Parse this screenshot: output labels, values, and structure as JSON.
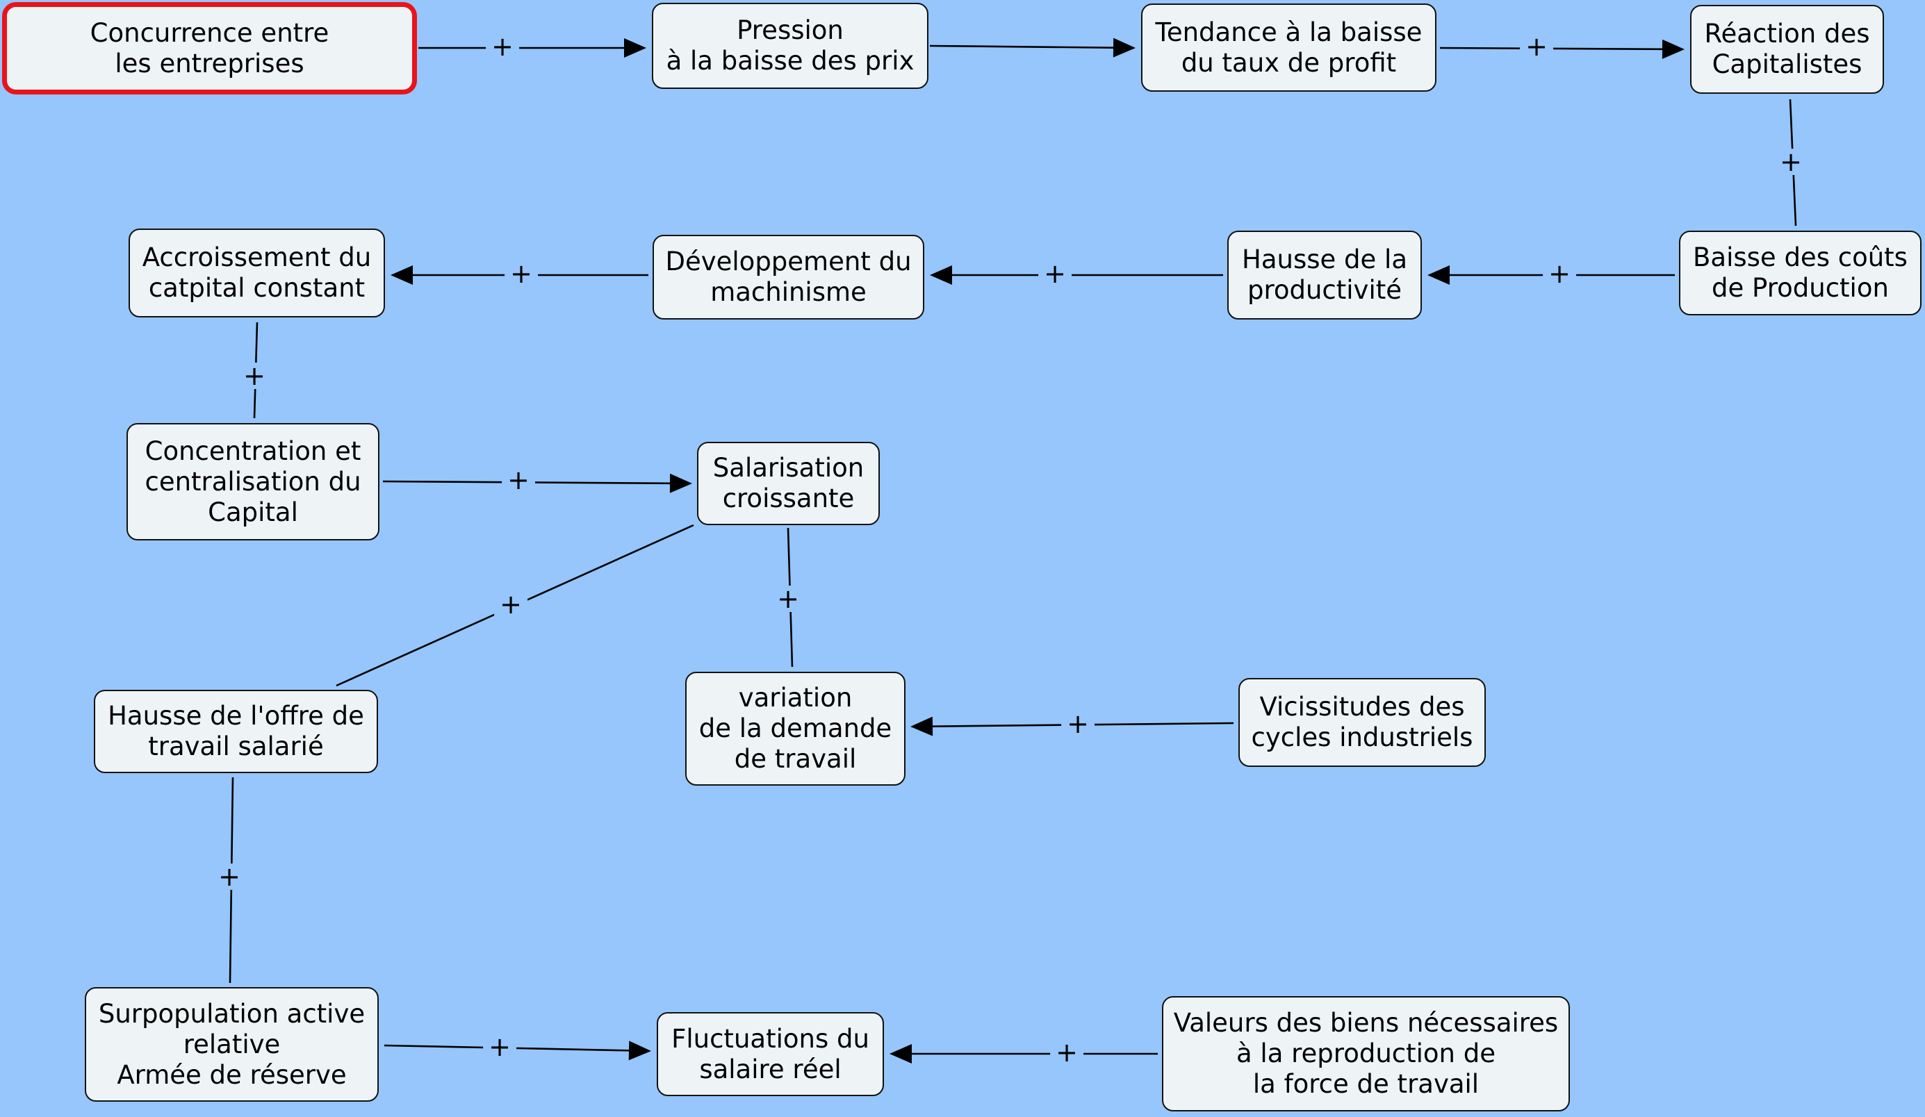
{
  "diagram": {
    "selected_node": "concurrence",
    "nodes": [
      {
        "id": "concurrence",
        "label": "Concurrence entre\nles entreprises"
      },
      {
        "id": "pression",
        "label": "Pression\nà la baisse des prix"
      },
      {
        "id": "tendance",
        "label": "Tendance à la baisse\ndu taux de profit"
      },
      {
        "id": "reaction",
        "label": "Réaction des\nCapitalistes"
      },
      {
        "id": "accroissement",
        "label": "Accroissement du\ncatpital constant"
      },
      {
        "id": "developpement",
        "label": "Développement du\nmachinisme"
      },
      {
        "id": "hausse_prod",
        "label": "Hausse de la\nproductivité"
      },
      {
        "id": "baisse_couts",
        "label": "Baisse des coûts\nde Production"
      },
      {
        "id": "concentration",
        "label": "Concentration et\ncentralisation du\nCapital"
      },
      {
        "id": "salarisation",
        "label": "Salarisation\ncroissante"
      },
      {
        "id": "hausse_offre",
        "label": "Hausse de l'offre de\ntravail salarié"
      },
      {
        "id": "variation",
        "label": "variation\nde la demande\nde travail"
      },
      {
        "id": "vicissitudes",
        "label": "Vicissitudes des\ncycles industriels"
      },
      {
        "id": "surpopulation",
        "label": "Surpopulation active\nrelative\nArmée de réserve"
      },
      {
        "id": "fluctuations",
        "label": "Fluctuations du\nsalaire réel"
      },
      {
        "id": "valeurs",
        "label": "Valeurs des biens nécessaires\nà la reproduction de\nla force de travail"
      }
    ],
    "links": [
      {
        "from": "concurrence",
        "to": "pression",
        "label": "+",
        "arrow": true
      },
      {
        "from": "pression",
        "to": "tendance",
        "label": "+",
        "arrow": true
      },
      {
        "from": "tendance",
        "to": "reaction",
        "label": "+",
        "arrow": true
      },
      {
        "from": "reaction",
        "to": "baisse_couts",
        "label": "+",
        "arrow": false
      },
      {
        "from": "baisse_couts",
        "to": "hausse_prod",
        "label": "+",
        "arrow": true
      },
      {
        "from": "hausse_prod",
        "to": "developpement",
        "label": "+",
        "arrow": true
      },
      {
        "from": "developpement",
        "to": "accroissement",
        "label": "+",
        "arrow": true
      },
      {
        "from": "accroissement",
        "to": "concentration",
        "label": "+",
        "arrow": false
      },
      {
        "from": "concentration",
        "to": "salarisation",
        "label": "+",
        "arrow": true
      },
      {
        "from": "salarisation",
        "to": "hausse_offre",
        "label": "+",
        "arrow": false
      },
      {
        "from": "salarisation",
        "to": "variation",
        "label": "+",
        "arrow": false
      },
      {
        "from": "vicissitudes",
        "to": "variation",
        "label": "+",
        "arrow": true
      },
      {
        "from": "hausse_offre",
        "to": "surpopulation",
        "label": "+",
        "arrow": false
      },
      {
        "from": "surpopulation",
        "to": "fluctuations",
        "label": "+",
        "arrow": true
      },
      {
        "from": "valeurs",
        "to": "fluctuations",
        "label": "+",
        "arrow": true
      }
    ]
  }
}
